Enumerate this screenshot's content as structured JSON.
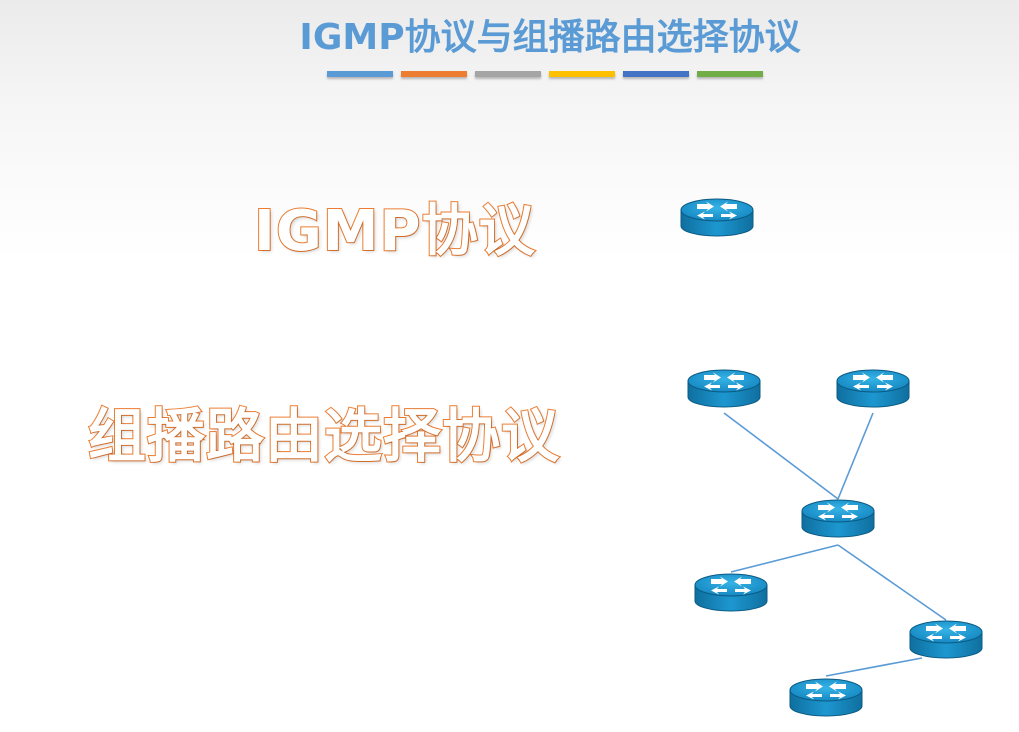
{
  "header": {
    "title": "IGMP协议与组播路由选择协议",
    "rule_colors": [
      "#5b9bd5",
      "#ed7d31",
      "#a5a5a5",
      "#ffc000",
      "#4472c4",
      "#70ad47"
    ]
  },
  "main": {
    "igmp_heading": "IGMP协议",
    "multicast_heading": "组播路由选择协议"
  },
  "colors": {
    "heading_outline": "#ed7d31",
    "title_text": "#5b9bd5",
    "router_body": "#1a8fc8",
    "link_line": "#5b9bd5"
  },
  "diagram": {
    "icon": "router-icon",
    "routers": [
      "igmp",
      "top-left",
      "top-right",
      "center",
      "left",
      "right",
      "bottom"
    ],
    "links": [
      [
        "top-left",
        "center"
      ],
      [
        "top-right",
        "center"
      ],
      [
        "center",
        "left"
      ],
      [
        "center",
        "right"
      ],
      [
        "right",
        "bottom"
      ]
    ]
  }
}
